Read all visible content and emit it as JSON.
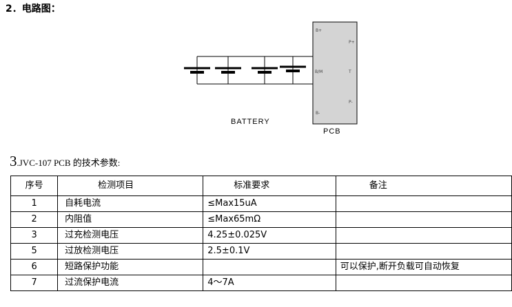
{
  "section2": {
    "title": "2．电路图："
  },
  "diagram": {
    "battery_label": "BATTERY",
    "pcb_label": "PCB",
    "pins": {
      "b_plus": "B+",
      "b_mid": "B/M",
      "b_minus": "B-",
      "p_plus": "P+",
      "t": "T",
      "p_minus": "P-"
    },
    "line_color": "#000000",
    "pcb_fill": "#d4d4d4"
  },
  "section3": {
    "number": "3",
    "title": ".JVC-107 PCB 的技术参数:"
  },
  "spec_table": {
    "headers": [
      "序号",
      "检测项目",
      "标准要求",
      "备注"
    ],
    "rows": [
      [
        "1",
        "自耗电流",
        "≤Max15uA",
        ""
      ],
      [
        "2",
        "内阻值",
        "≤Max65mΩ",
        ""
      ],
      [
        "3",
        "过充检测电压",
        "4.25±0.025V",
        ""
      ],
      [
        "5",
        "过放检测电压",
        "2.5±0.1V",
        ""
      ],
      [
        "6",
        "短路保护功能",
        "",
        "可以保护,断开负载可自动恢复"
      ],
      [
        "7",
        "过流保护电流",
        "4～7A",
        ""
      ]
    ]
  }
}
